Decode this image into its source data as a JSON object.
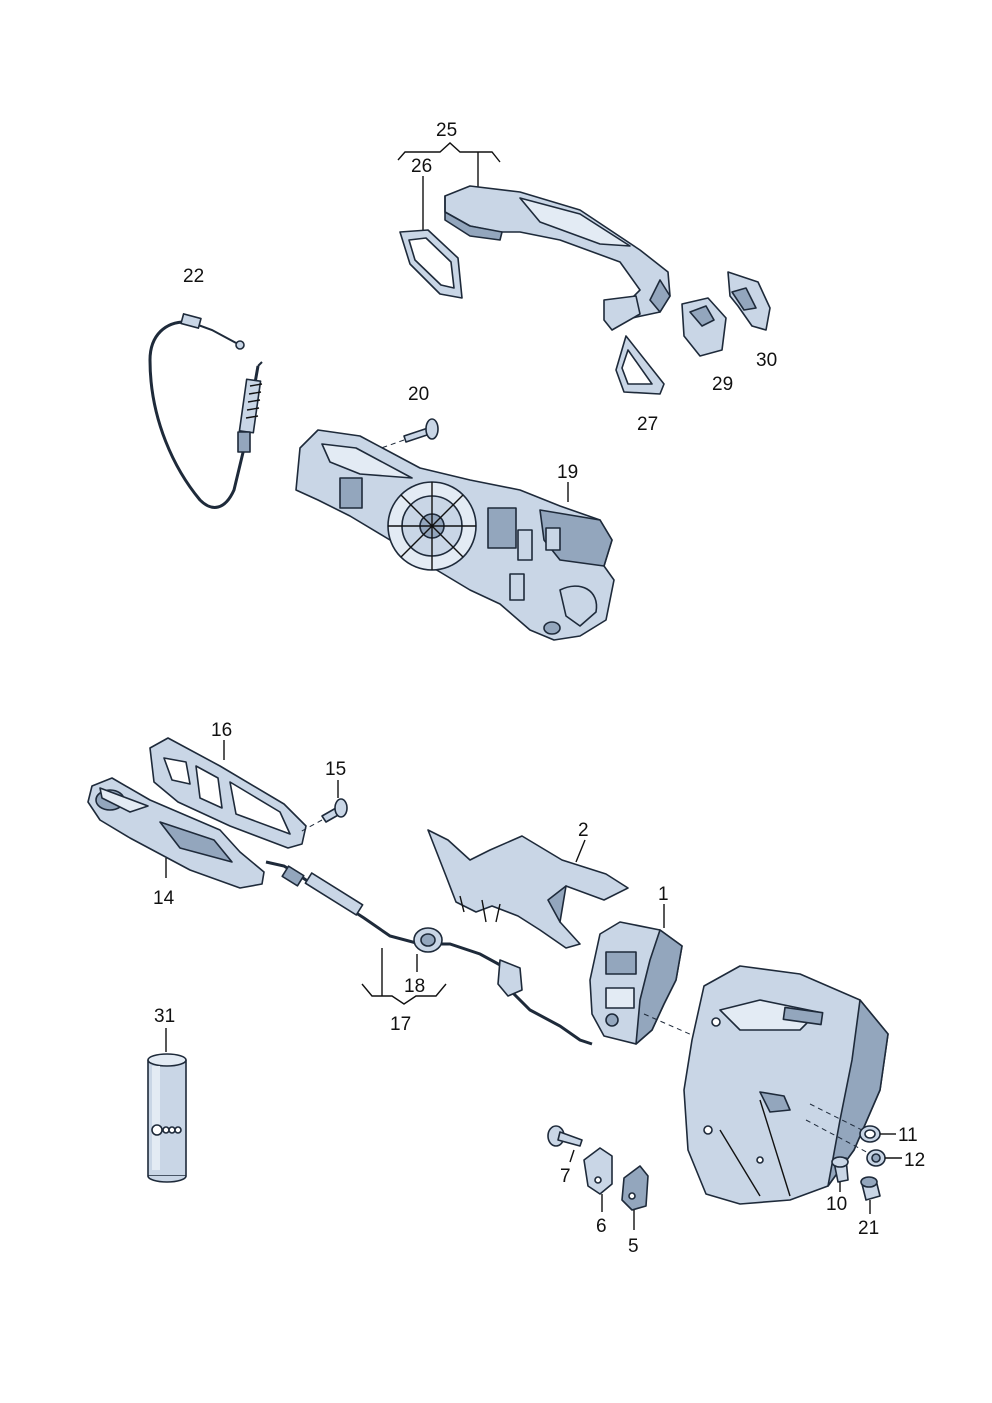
{
  "colors": {
    "part_fill": "#c9d6e6",
    "part_fill_light": "#e3ebf4",
    "part_fill_dark": "#93a6bd",
    "outline": "#1e2a3a",
    "label": "#111111",
    "background": "#ffffff"
  },
  "callouts": {
    "p1": "1",
    "p2": "2",
    "p5": "5",
    "p6": "6",
    "p7": "7",
    "p10": "10",
    "p11": "11",
    "p12": "12",
    "p14": "14",
    "p15": "15",
    "p16": "16",
    "p17": "17",
    "p18": "18",
    "p19": "19",
    "p20": "20",
    "p21": "21",
    "p22": "22",
    "p25": "25",
    "p26": "26",
    "p27": "27",
    "p29": "29",
    "p30": "30",
    "p31": "31"
  }
}
